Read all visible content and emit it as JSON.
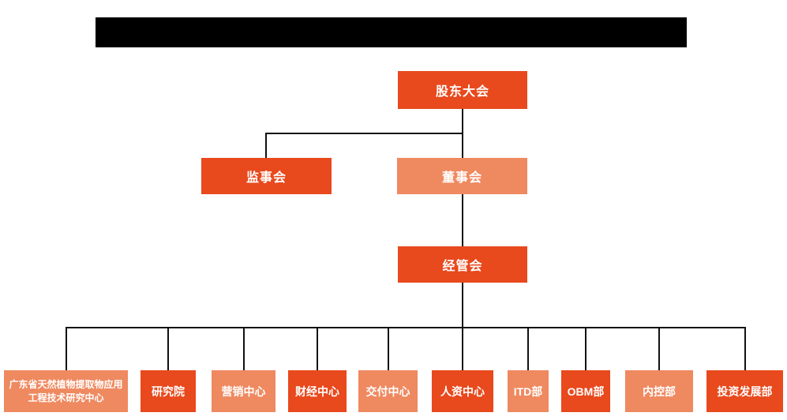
{
  "title_bar": {
    "type": "redacted-black-bar"
  },
  "colors": {
    "primary": "#E8491D",
    "secondary": "#EF8960",
    "line": "#111111",
    "text": "#FFFFFF",
    "redaction": "#000000",
    "background": "#FFFFFF"
  },
  "org_chart": {
    "shareholders": {
      "label": "股东大会",
      "variant": "primary"
    },
    "supervisory_board": {
      "label": "监事会",
      "variant": "primary"
    },
    "board_of_directors": {
      "label": "董事会",
      "variant": "secondary"
    },
    "management_committee": {
      "label": "经管会",
      "variant": "primary"
    },
    "departments": [
      {
        "label": "广东省天然植物提取物应用工程技术研究中心",
        "variant": "secondary"
      },
      {
        "label": "研究院",
        "variant": "primary"
      },
      {
        "label": "营销中心",
        "variant": "secondary"
      },
      {
        "label": "财经中心",
        "variant": "primary"
      },
      {
        "label": "交付中心",
        "variant": "secondary"
      },
      {
        "label": "人资中心",
        "variant": "primary"
      },
      {
        "label": "ITD部",
        "variant": "secondary"
      },
      {
        "label": "OBM部",
        "variant": "primary"
      },
      {
        "label": "内控部",
        "variant": "secondary"
      },
      {
        "label": "投资发展部",
        "variant": "primary"
      }
    ]
  }
}
